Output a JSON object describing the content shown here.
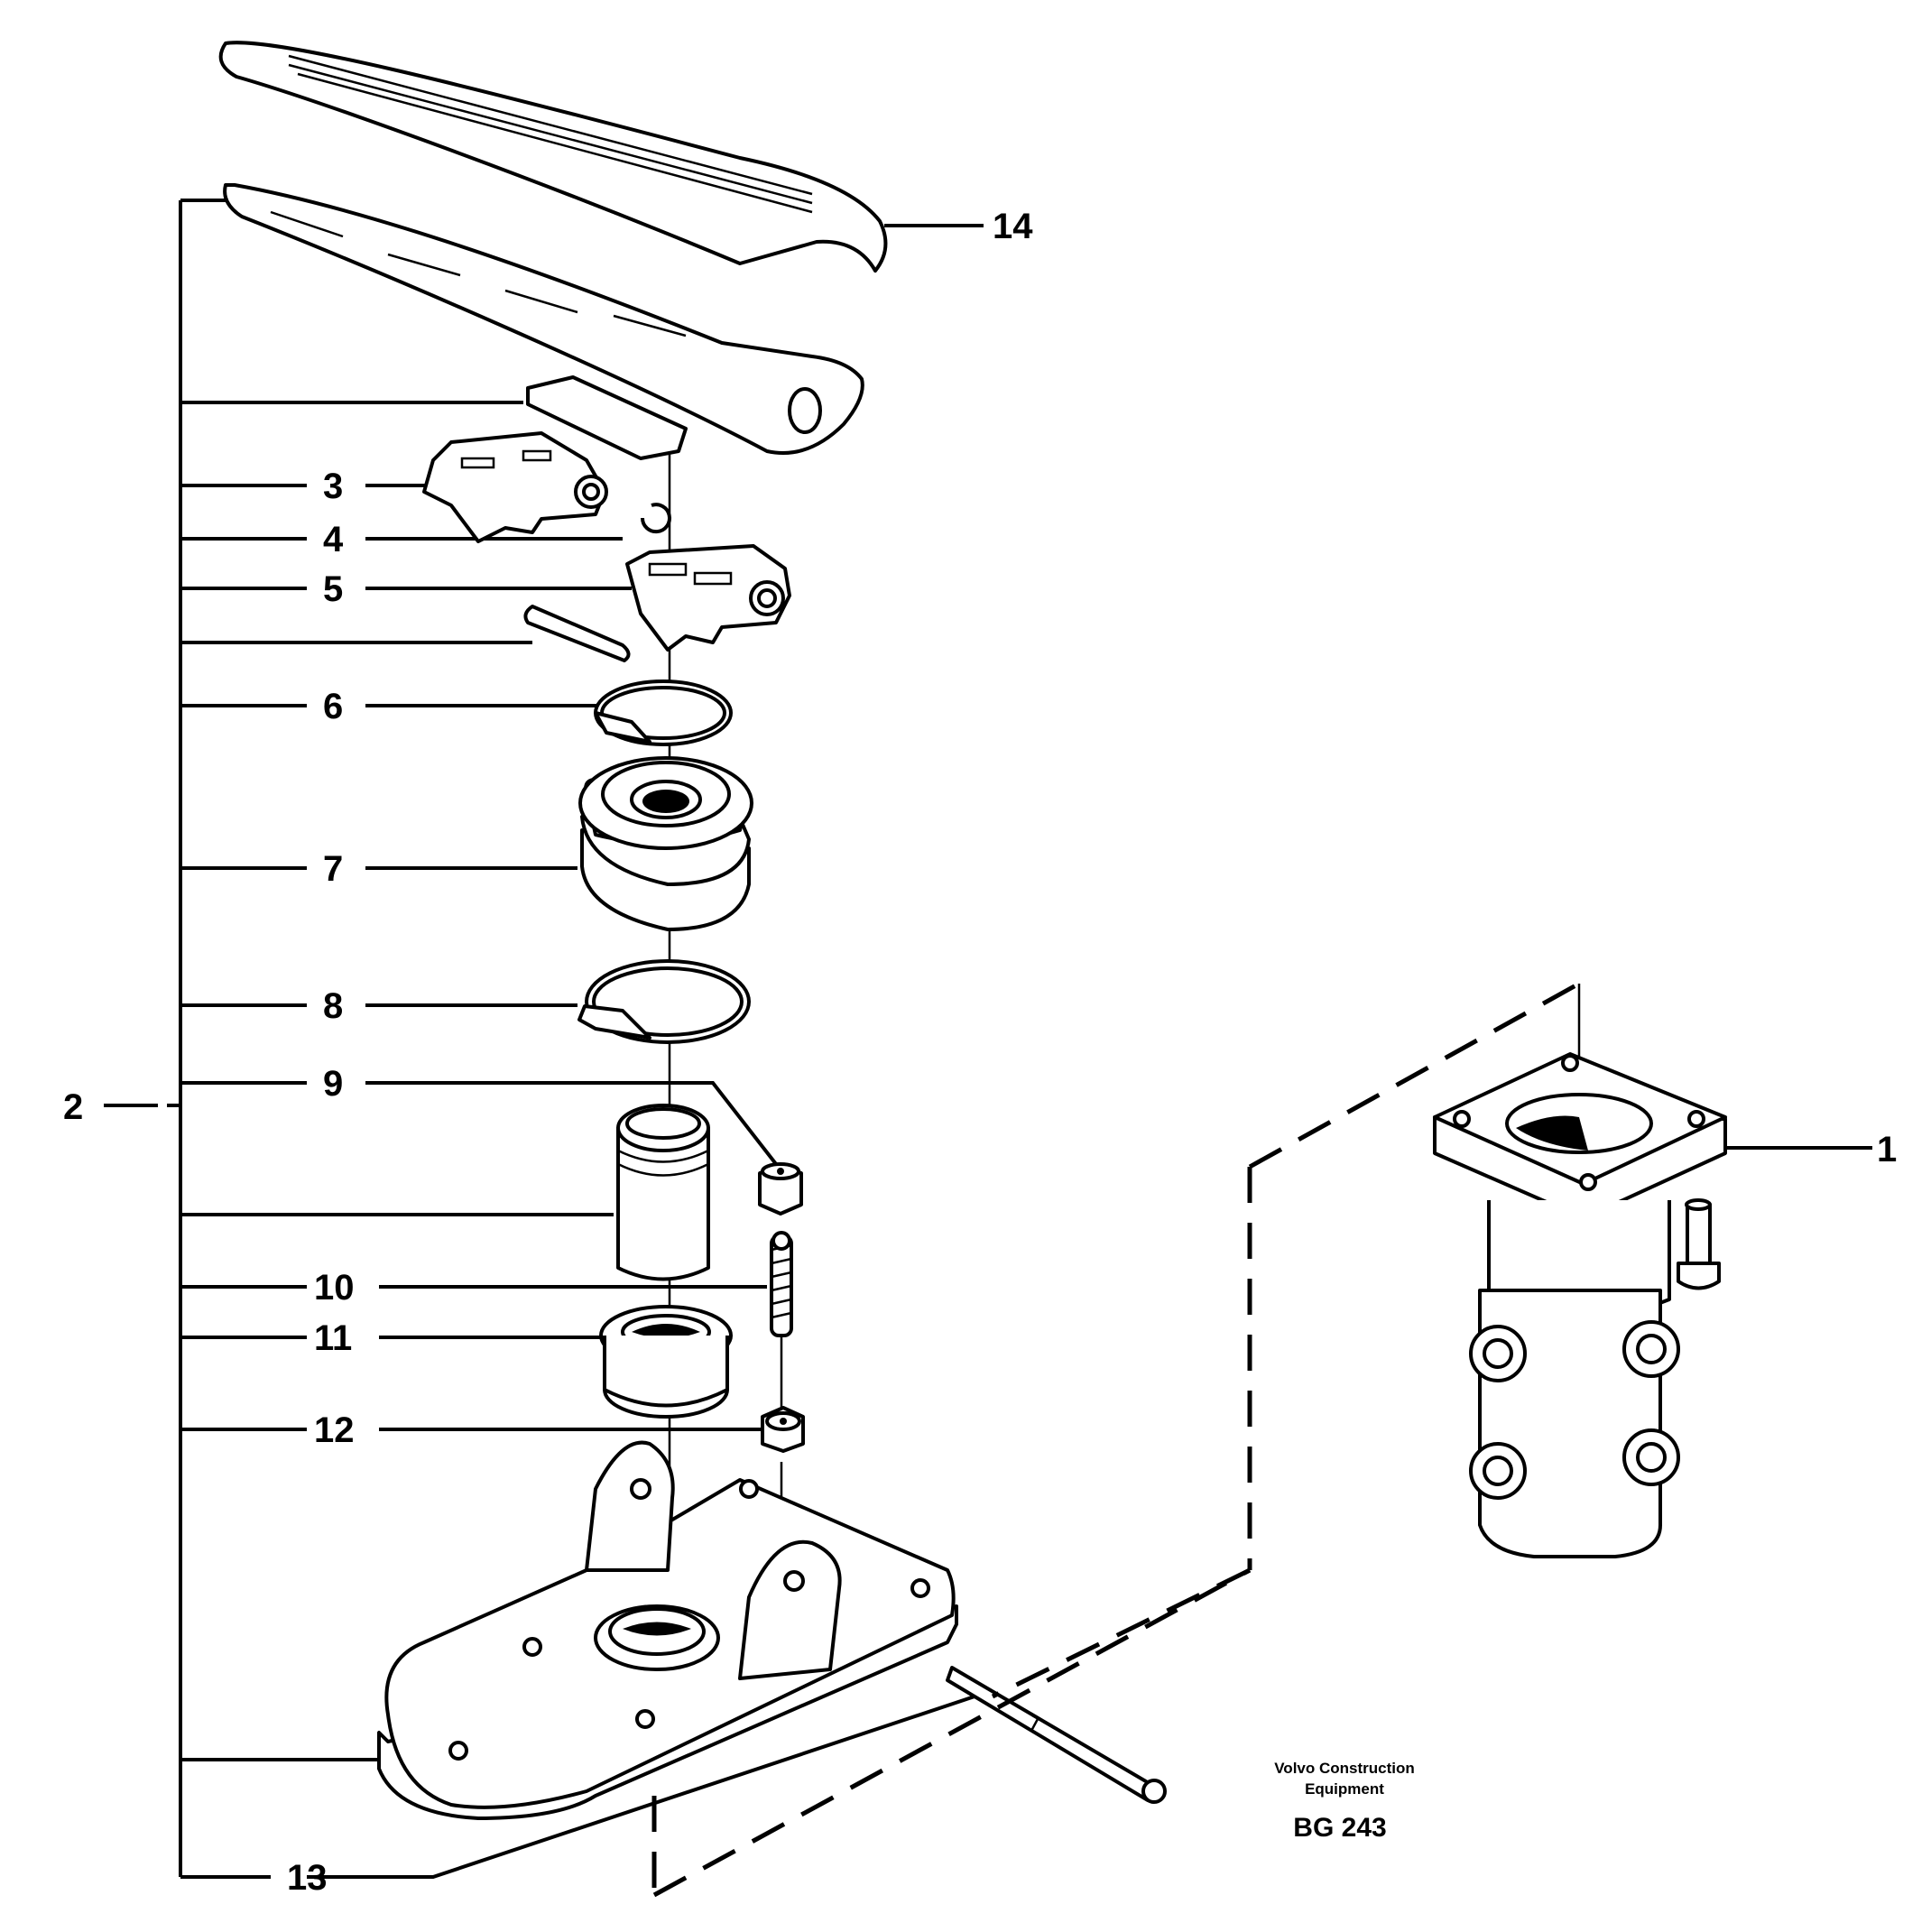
{
  "callouts": [
    "1",
    "2",
    "3",
    "4",
    "5",
    "6",
    "7",
    "8",
    "9",
    "10",
    "11",
    "12",
    "13",
    "14"
  ],
  "footer": {
    "company_line1": "Volvo Construction",
    "company_line2": "Equipment",
    "figure_code": "BG 243"
  }
}
